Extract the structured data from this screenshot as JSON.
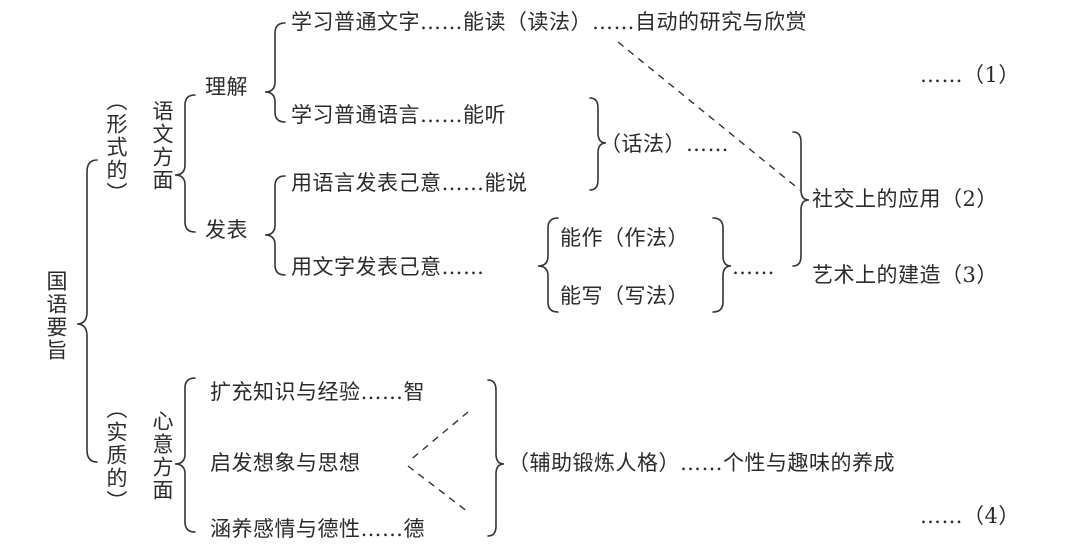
{
  "root": "国语要旨",
  "form": {
    "label": "（形式的）",
    "side": "语文方面",
    "understand": {
      "label": "理解",
      "read_item": "学习普通文字……能读（读法）……自动的研究与欣赏",
      "read_num": "……（1）",
      "listen_item": "学习普通语言……能听"
    },
    "express": {
      "label": "发表",
      "speak_item": "用语言发表己意……能说",
      "write_item": "用文字发表己意……",
      "compose": "能作（作法）",
      "handwrite": "能写（写法）",
      "dots": "……"
    },
    "speech_method": "（话法）……",
    "social": "社交上的应用（2）",
    "art": "艺术上的建造（3）"
  },
  "substance": {
    "label": "（实质的）",
    "side": "心意方面",
    "knowledge": "扩充知识与经验……智",
    "imagination": "启发想象与思想",
    "emotion": "涵养感情与德性……德",
    "aux": "（辅助锻炼人格）……个性与趣味的养成",
    "num": "……（4）"
  }
}
